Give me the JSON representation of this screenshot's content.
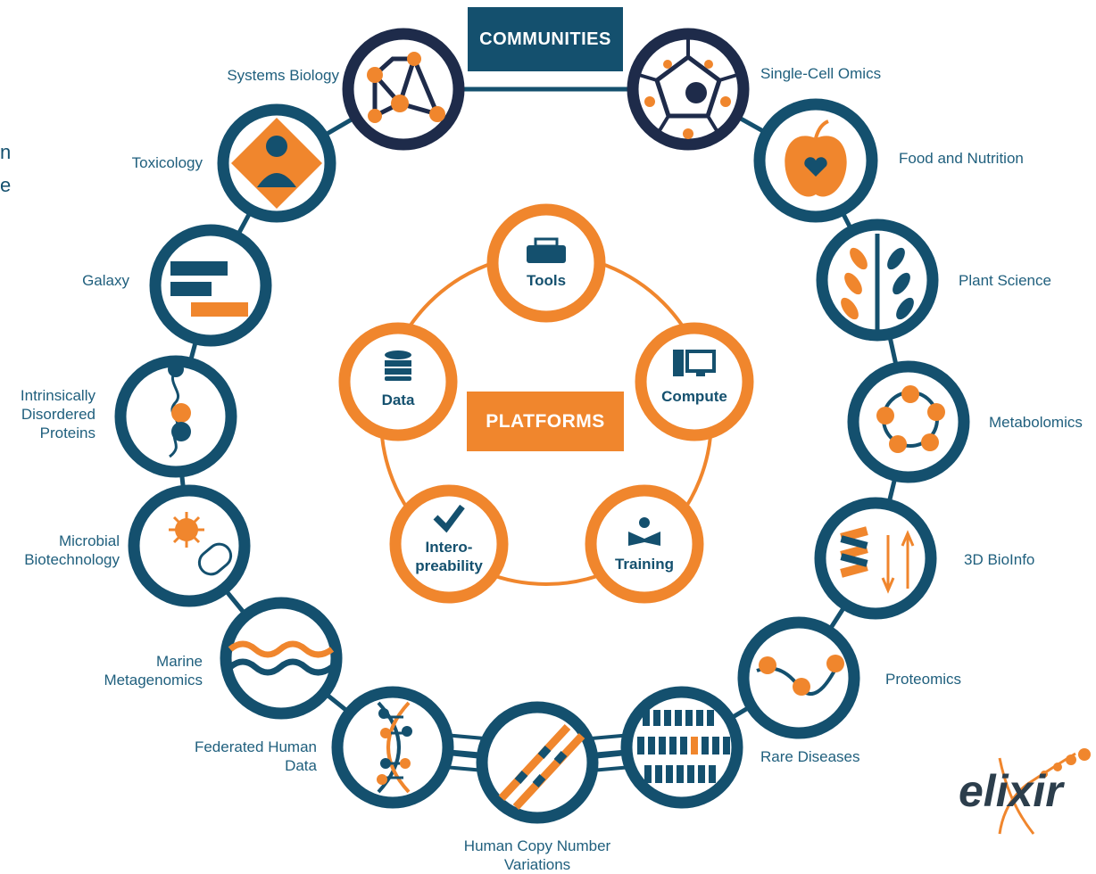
{
  "header": {
    "communities": "COMMUNITIES",
    "platforms": "PLATFORMS"
  },
  "communities": [
    {
      "id": "systems-biology",
      "label": "Systems Biology"
    },
    {
      "id": "single-cell-omics",
      "label": "Single-Cell Omics"
    },
    {
      "id": "toxicology",
      "label": "Toxicology"
    },
    {
      "id": "food-and-nutrition",
      "label": "Food and Nutrition"
    },
    {
      "id": "galaxy",
      "label": "Galaxy"
    },
    {
      "id": "plant-science",
      "label": "Plant Science"
    },
    {
      "id": "intrinsically-disordered-proteins",
      "lines": [
        "Intrinsically",
        "Disordered",
        "Proteins"
      ]
    },
    {
      "id": "metabolomics",
      "label": "Metabolomics"
    },
    {
      "id": "microbial-biotechnology",
      "lines": [
        "Microbial",
        "Biotechnology"
      ]
    },
    {
      "id": "3d-bioinfo",
      "label": "3D BioInfo"
    },
    {
      "id": "marine-metagenomics",
      "lines": [
        "Marine",
        "Metagenomics"
      ]
    },
    {
      "id": "proteomics",
      "label": "Proteomics"
    },
    {
      "id": "federated-human-data",
      "lines": [
        "Federated Human",
        "Data"
      ]
    },
    {
      "id": "rare-diseases",
      "label": "Rare Diseases"
    },
    {
      "id": "human-copy-number-variations",
      "lines": [
        "Human Copy Number",
        "Variations"
      ]
    }
  ],
  "platforms": [
    {
      "id": "tools",
      "label": "Tools"
    },
    {
      "id": "data",
      "label": "Data"
    },
    {
      "id": "compute",
      "label": "Compute"
    },
    {
      "id": "interoperability",
      "lines": [
        "Intero-",
        "preability"
      ]
    },
    {
      "id": "training",
      "label": "Training"
    }
  ],
  "logo": {
    "text": "elixir"
  },
  "edge_fragments": [
    "n",
    "e"
  ],
  "colors": {
    "navy": "#14506e",
    "dark_navy": "#1e2b4a",
    "orange": "#f0862d",
    "light_orange": "#f5a463",
    "white": "#ffffff"
  }
}
